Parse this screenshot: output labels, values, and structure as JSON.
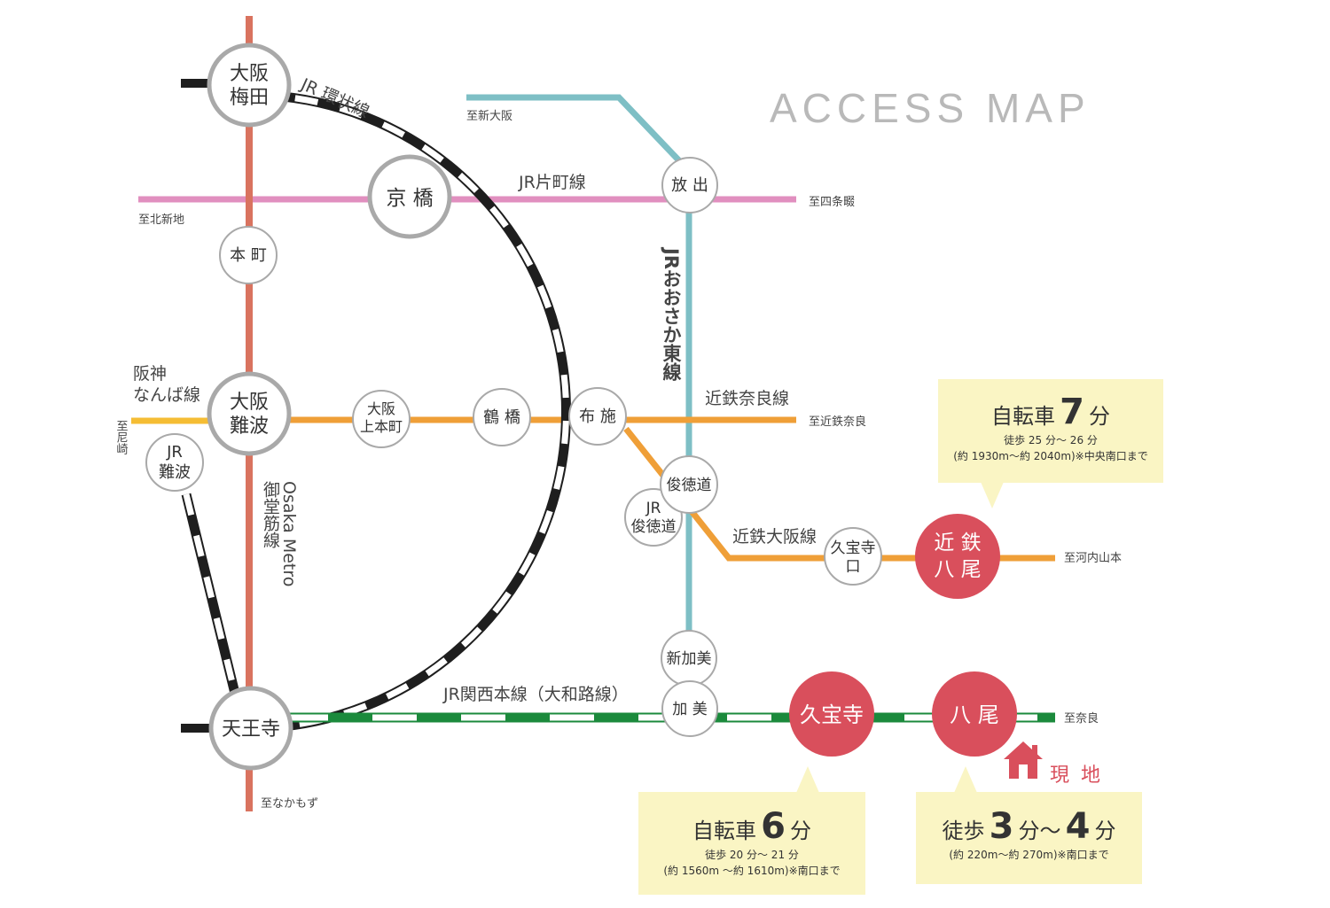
{
  "title": "ACCESS MAP",
  "lines": {
    "jr_loop": "JR 環状線",
    "jr_katamachi": "JR片町線",
    "jr_osaka_higashi": "JRおおさか東線",
    "kintetsu_nara": "近鉄奈良線",
    "kintetsu_osaka": "近鉄大阪線",
    "hanshin_namba": [
      "阪神",
      "なんば線"
    ],
    "midosuji_name": "御堂筋線",
    "midosuji_company": "Osaka Metro",
    "jr_kansai": "JR関西本線（大和路線）"
  },
  "destinations": {
    "shin_osaka": "至新大阪",
    "kitashinchi": "至北新地",
    "shijonawate": "至四条畷",
    "amagasaki": "至尼崎",
    "kintetsu_nara": "至近鉄奈良",
    "kawachi_yamamoto": "至河内山本",
    "nara": "至奈良",
    "nakamozu": "至なかもず"
  },
  "stations": {
    "osaka_umeda": [
      "大阪",
      "梅田"
    ],
    "kyobashi": "京 橋",
    "hanaten": "放 出",
    "honmachi": "本 町",
    "osaka_namba": [
      "大阪",
      "難波"
    ],
    "jr_namba": [
      "JR",
      "難波"
    ],
    "uehonmachi": [
      "大阪",
      "上本町"
    ],
    "tsuruhashi": "鶴 橋",
    "fuse": "布 施",
    "shuntokumichi": "俊徳道",
    "jr_shuntokumichi": [
      "JR",
      "俊徳道"
    ],
    "kyuhoji_guchi": [
      "久宝寺",
      "口"
    ],
    "kintetsu_yao": [
      "近 鉄",
      "八 尾"
    ],
    "shin_kami": "新加美",
    "kami": "加 美",
    "kyuhoji": "久宝寺",
    "yao": "八 尾",
    "tennoji": "天王寺"
  },
  "callouts": {
    "kintetsu_yao": {
      "prefix": "自転車",
      "num": "7",
      "suffix": "分",
      "walk": "徒歩 25 分～ 26 分",
      "note": "(約 1930m～約 2040m)※中央南口まで"
    },
    "kyuhoji": {
      "prefix": "自転車",
      "num": "6",
      "suffix": "分",
      "walk": "徒歩 20 分～ 21 分",
      "note": "(約 1560m ～約 1610m)※南口まで"
    },
    "yao": {
      "prefix": "徒歩",
      "num1": "3",
      "mid": "分～",
      "num2": "4",
      "suffix": "分",
      "note": "(約 220m～約 270m)※南口まで"
    }
  },
  "genchi": "現 地",
  "colors": {
    "midosuji": "#d9735f",
    "katamachi": "#e18fbf",
    "osaka_higashi": "#7ebfc5",
    "kintetsu": "#ef9f38",
    "hanshin": "#f5bd34",
    "kansai": "#1b8a3c",
    "highlight": "#d94f5c",
    "callout": "#faf5c4"
  }
}
